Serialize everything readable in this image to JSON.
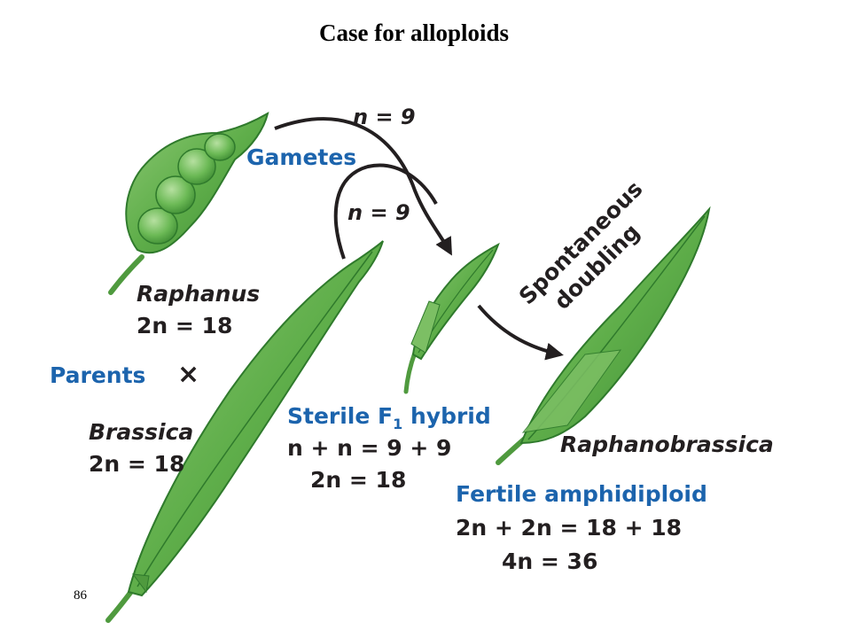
{
  "title": "Case for alloploids",
  "page_number": "86",
  "labels": {
    "gamete_top_n": "n = 9",
    "gametes": "Gametes",
    "gamete_bottom_n": "n = 9",
    "spontaneous": "Spontaneous",
    "doubling": "doubling",
    "raphanus_name": "Raphanus",
    "raphanus_ploidy": "2n = 18",
    "parents": "Parents",
    "cross_symbol": "×",
    "brassica_name": "Brassica",
    "brassica_ploidy": "2n = 18",
    "sterile_hybrid": "Sterile F",
    "sterile_hybrid_sub": "1",
    "sterile_hybrid_suffix": " hybrid",
    "hybrid_sum": "n + n = 9 + 9",
    "hybrid_ploidy": "2n = 18",
    "raphanobrassica": "Raphanobrassica",
    "fertile_amphidiploid": "Fertile amphidiploid",
    "amphidiploid_sum": "2n + 2n = 18 + 18",
    "amphidiploid_ploidy": "4n = 36"
  },
  "colors": {
    "label_blue": "#1c64ad",
    "label_dark": "#231f20",
    "pod_green": "#5fae4a",
    "pod_dark": "#2f7a2c",
    "pod_light": "#9fd18a"
  }
}
